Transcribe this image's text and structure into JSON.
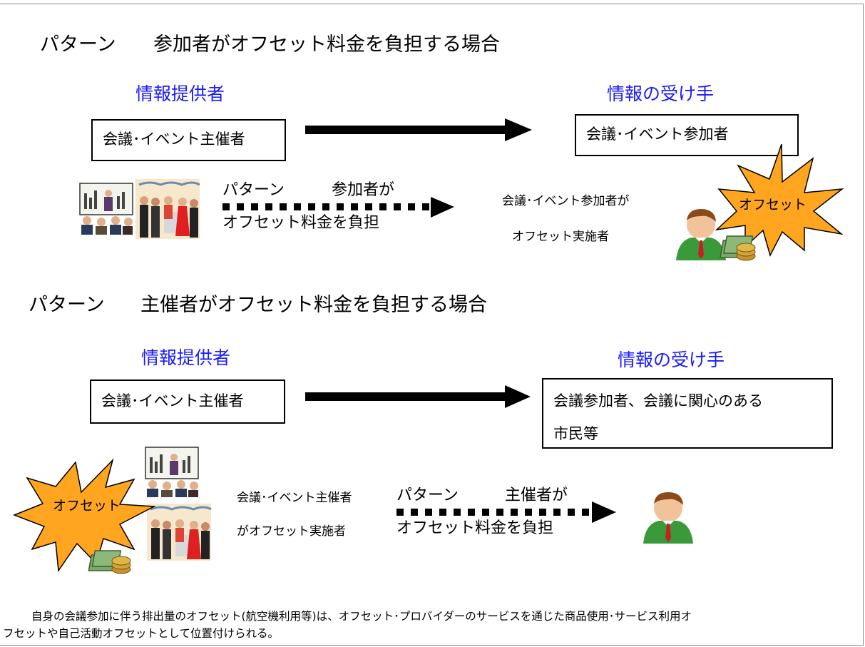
{
  "pattern1": {
    "title_left": "パターン",
    "title_right": "参加者がオフセット料金を負担する場合",
    "provider_label": "情報提供者",
    "receiver_label": "情報の受け手",
    "provider_box": "会議･イベント主催者",
    "receiver_box": "会議･イベント参加者",
    "dotted_line1_left": "パターン",
    "dotted_line1_right": "参加者が",
    "dotted_line2": "オフセット料金を負担",
    "implementer_line1": "会議･イベント参加者が",
    "implementer_line2": "オフセット実施者",
    "star_label": "オフセット"
  },
  "pattern2": {
    "title_left": "パターン",
    "title_right": "主催者がオフセット料金を負担する場合",
    "provider_label": "情報提供者",
    "receiver_label": "情報の受け手",
    "provider_box": "会議･イベント主催者",
    "receiver_box_line1": "会議参加者、会議に関心のある",
    "receiver_box_line2": "市民等",
    "implementer_line1": "会議･イベント主催者",
    "implementer_line2": "がオフセット実施者",
    "dotted_line1_left": "パターン",
    "dotted_line1_right": "主催者が",
    "dotted_line2": "オフセット料金を負担",
    "star_label": "オフセット"
  },
  "footnote": {
    "line1": "自身の会議参加に伴う排出量のオフセット(航空機利用等)は、オフセット･プロバイダーのサービスを通じた商品使用･サービス利用オ",
    "line2": "フセットや自己活動オフセットとして位置付けられる。"
  },
  "colors": {
    "role_label": "#1a1aff",
    "star_fill": "#ffa51f",
    "person_suit": "#3a9a3a",
    "money": "#6a9a5a",
    "coin": "#d4a63a"
  },
  "icons": [
    "presentation-clipart",
    "party-clipart",
    "person-icon",
    "money-icon",
    "starburst"
  ]
}
